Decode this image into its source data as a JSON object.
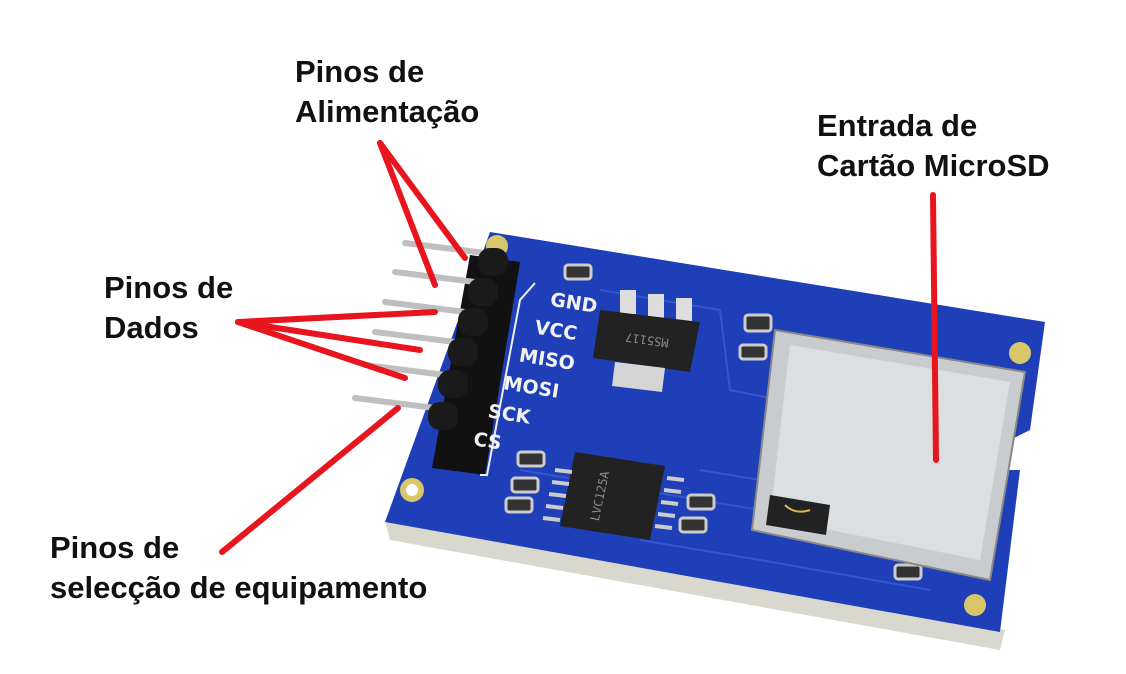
{
  "labels": {
    "power_pins": [
      "Pinos de",
      "Alimentação"
    ],
    "data_pins": [
      "Pinos de",
      "Dados"
    ],
    "select_pins": [
      "Pinos de",
      "selecção de equipamento"
    ],
    "card_slot": [
      "Entrada de",
      "Cartão MicroSD"
    ]
  },
  "board": {
    "pins": [
      "GND",
      "VCC",
      "MISO",
      "MOSI",
      "SCK",
      "CS"
    ],
    "chip_markings": [
      "LVC125A",
      "MS5117"
    ]
  },
  "colors": {
    "board": "#1f3fb8",
    "arrows": "#e8141e",
    "text": "#111111",
    "slot_metal": "#c9cccf"
  }
}
